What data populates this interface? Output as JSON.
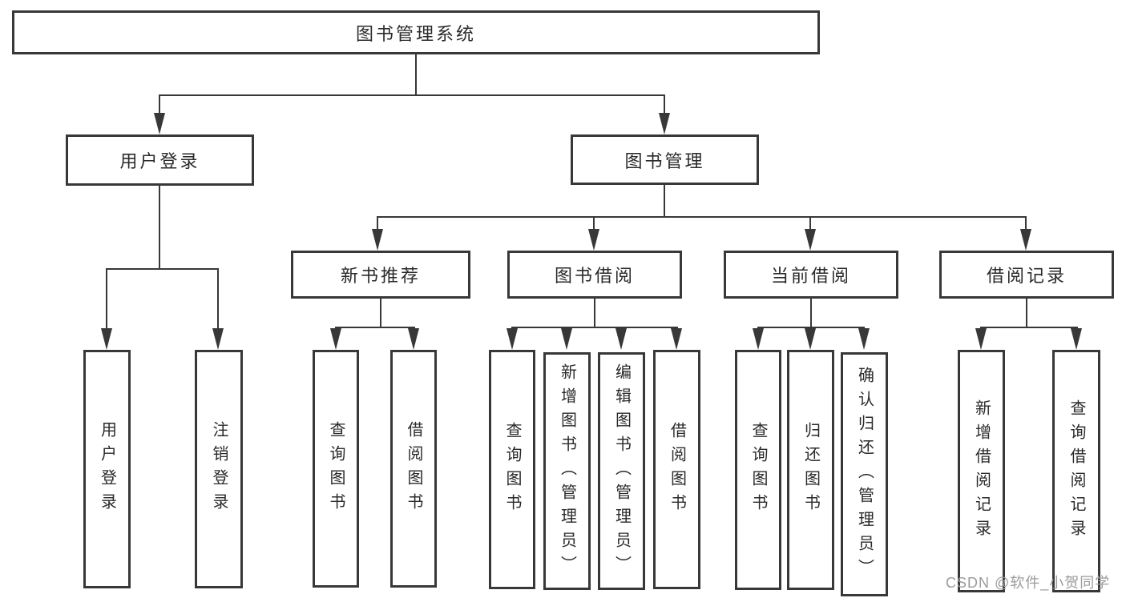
{
  "diagram": {
    "root": {
      "label": "图书管理系统"
    },
    "branches": [
      {
        "label": "用户登录",
        "children": [
          {
            "label": "用户登录"
          },
          {
            "label": "注销登录"
          }
        ]
      },
      {
        "label": "图书管理",
        "children": [
          {
            "label": "新书推荐",
            "children": [
              {
                "label": "查询图书"
              },
              {
                "label": "借阅图书"
              }
            ]
          },
          {
            "label": "图书借阅",
            "children": [
              {
                "label": "查询图书"
              },
              {
                "label": "新增图书（管理员）"
              },
              {
                "label": "编辑图书（管理员）"
              },
              {
                "label": "借阅图书"
              }
            ]
          },
          {
            "label": "当前借阅",
            "children": [
              {
                "label": "查询图书"
              },
              {
                "label": "归还图书"
              },
              {
                "label": "确认归还（管理员）"
              }
            ]
          },
          {
            "label": "借阅记录",
            "children": [
              {
                "label": "新增借阅记录"
              },
              {
                "label": "查询借阅记录"
              }
            ]
          }
        ]
      }
    ]
  },
  "watermark": {
    "text": "CSDN @软件_小贺同学"
  },
  "colors": {
    "line": "#383838",
    "box_border": "#383838",
    "text": "#2a2a2a",
    "watermark": "#9b9b9b",
    "background": "#ffffff"
  }
}
